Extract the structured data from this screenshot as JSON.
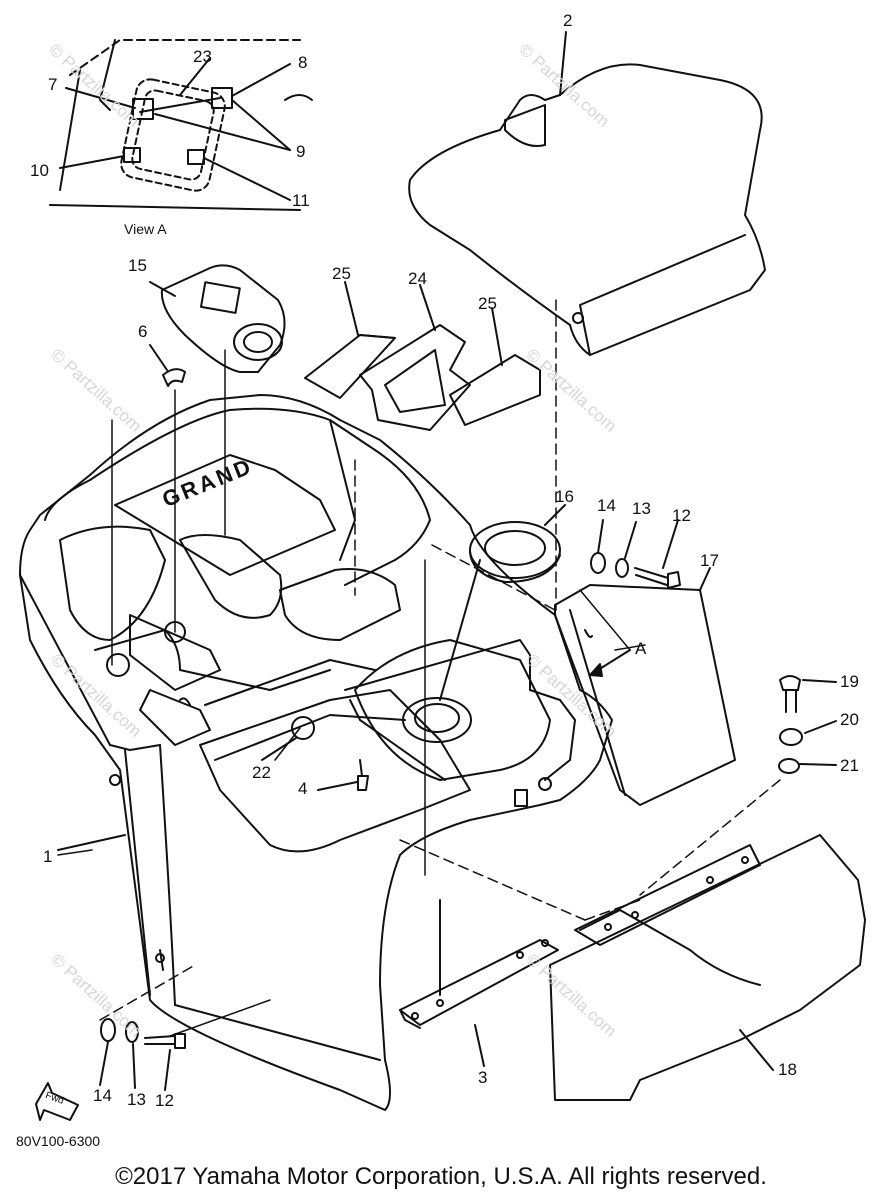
{
  "diagram": {
    "view_caption": "View A",
    "diagram_code": "80V100-6300",
    "copyright": "©2017  Yamaha Motor Corporation, U.S.A. All rights reserved.",
    "watermark": "© Partzilla.com",
    "fwd_label": "Fwd",
    "view_arrow_label": "A",
    "logo_text": "GRAND",
    "part_labels": {
      "p1": "1",
      "p2": "2",
      "p3": "3",
      "p4": "4",
      "p6": "6",
      "p7": "7",
      "p8": "8",
      "p9": "9",
      "p10": "10",
      "p11": "11",
      "p12a": "12",
      "p12b": "12",
      "p13a": "13",
      "p13b": "13",
      "p14a": "14",
      "p14b": "14",
      "p15": "15",
      "p16": "16",
      "p17": "17",
      "p18": "18",
      "p19": "19",
      "p20": "20",
      "p21": "21",
      "p22": "22",
      "p23": "23",
      "p24": "24",
      "p25a": "25",
      "p25b": "25"
    }
  }
}
